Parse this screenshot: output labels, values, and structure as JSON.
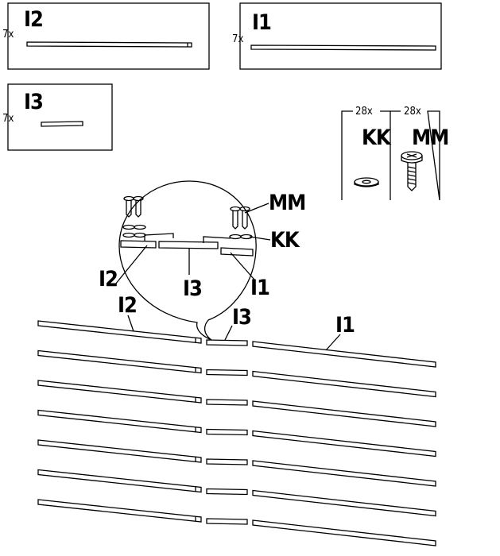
{
  "parts": [
    {
      "id": "I2",
      "qty": "7x"
    },
    {
      "id": "I1",
      "qty": "7x"
    },
    {
      "id": "I3",
      "qty": "7x"
    }
  ],
  "hardware": [
    {
      "id": "KK",
      "qty": "28x",
      "icon": "washer-icon"
    },
    {
      "id": "MM",
      "qty": "28x",
      "icon": "screw-icon"
    }
  ],
  "callouts": {
    "mm": "MM",
    "kk": "KK",
    "detail_i2": "I2",
    "detail_i3": "I3",
    "detail_i1": "I1",
    "row_i2": "I2",
    "row_i3": "I3",
    "row_i1": "I1"
  },
  "slat_rows": 7
}
